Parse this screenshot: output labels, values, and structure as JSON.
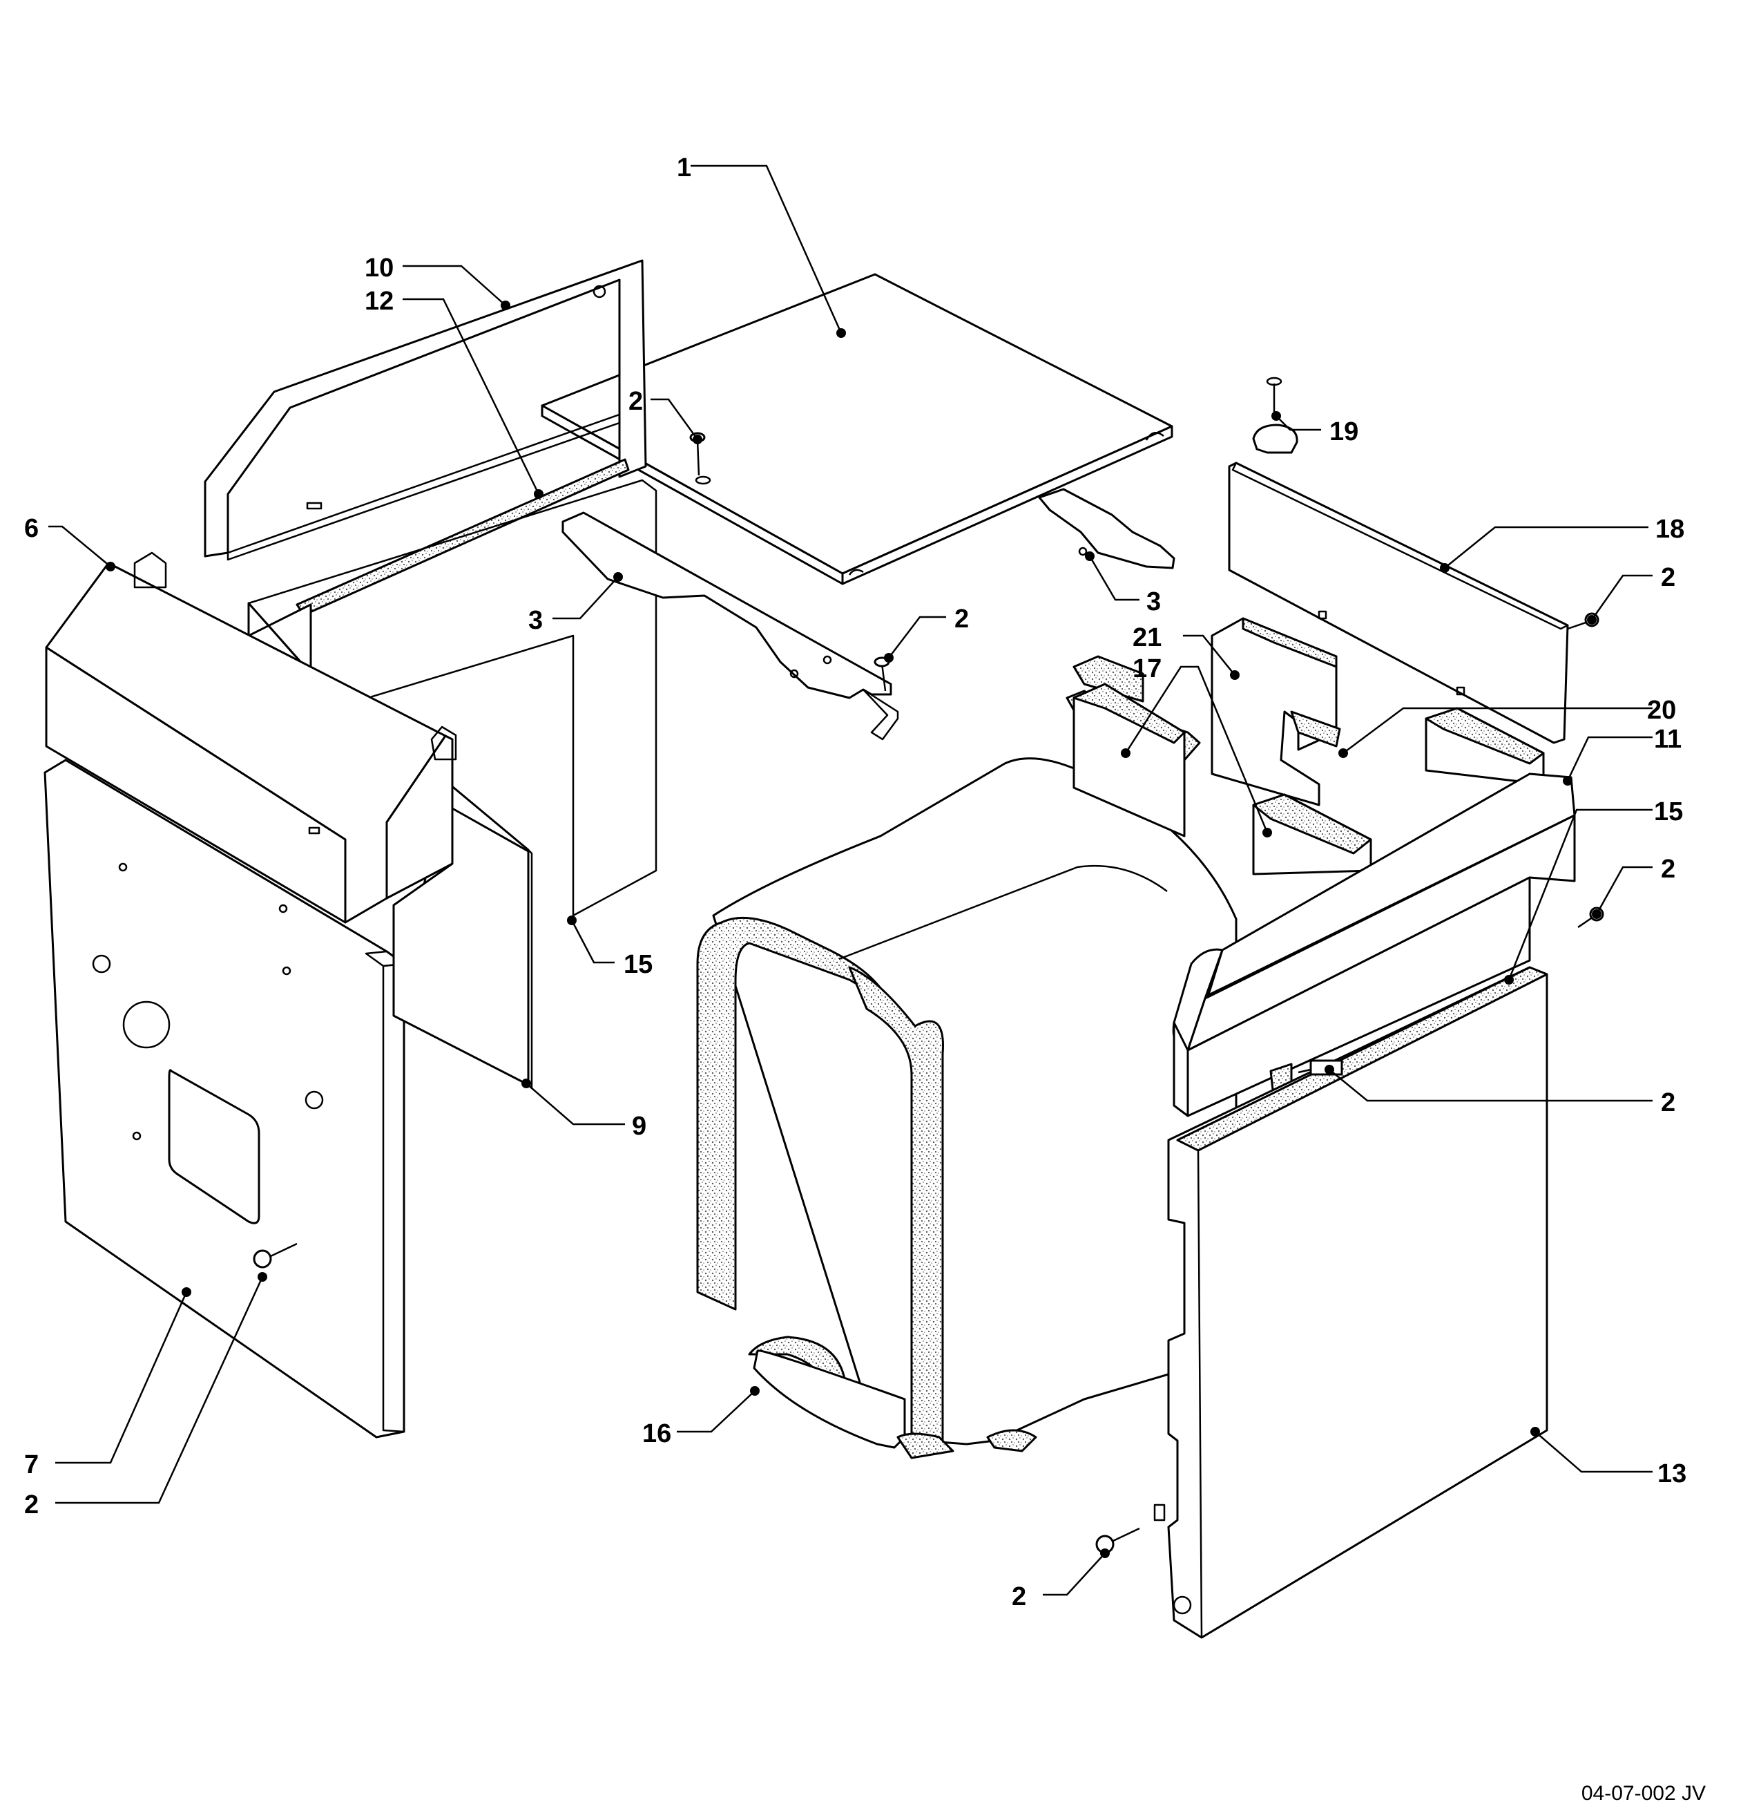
{
  "diagram": {
    "callouts": [
      {
        "id": "c1",
        "label": "1"
      },
      {
        "id": "c10",
        "label": "10"
      },
      {
        "id": "c12",
        "label": "12"
      },
      {
        "id": "c2a",
        "label": "2"
      },
      {
        "id": "c19",
        "label": "19"
      },
      {
        "id": "c6",
        "label": "6"
      },
      {
        "id": "c18",
        "label": "18"
      },
      {
        "id": "c3a",
        "label": "3"
      },
      {
        "id": "c3b",
        "label": "3"
      },
      {
        "id": "c2b",
        "label": "2"
      },
      {
        "id": "c2c",
        "label": "2"
      },
      {
        "id": "c21",
        "label": "21"
      },
      {
        "id": "c17",
        "label": "17"
      },
      {
        "id": "c20",
        "label": "20"
      },
      {
        "id": "c11",
        "label": "11"
      },
      {
        "id": "c15a",
        "label": "15"
      },
      {
        "id": "c15b",
        "label": "15"
      },
      {
        "id": "c2d",
        "label": "2"
      },
      {
        "id": "c9",
        "label": "9"
      },
      {
        "id": "c2e",
        "label": "2"
      },
      {
        "id": "c16",
        "label": "16"
      },
      {
        "id": "c7",
        "label": "7"
      },
      {
        "id": "c2f",
        "label": "2"
      },
      {
        "id": "c13",
        "label": "13"
      },
      {
        "id": "c2g",
        "label": "2"
      }
    ],
    "drawing_code": "04-07-002 JV"
  }
}
